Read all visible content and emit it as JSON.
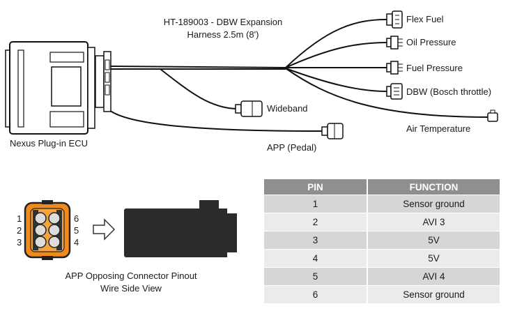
{
  "harness": {
    "title_line1": "HT-189003 - DBW Expansion",
    "title_line2": "Harness 2.5m (8')"
  },
  "ecu": {
    "label": "Nexus Plug-in ECU"
  },
  "outputs": {
    "flex_fuel": "Flex Fuel",
    "oil_pressure": "Oil Pressure",
    "fuel_pressure": "Fuel Pressure",
    "dbw": "DBW (Bosch throttle)",
    "air_temp": "Air Temperature",
    "wideband": "Wideband",
    "app": "APP (Pedal)"
  },
  "pinout": {
    "caption_line1": "APP Opposing Connector Pinout",
    "caption_line2": "Wire Side View",
    "left_numbers": [
      "1",
      "2",
      "3"
    ],
    "right_numbers": [
      "6",
      "5",
      "4"
    ],
    "connector_color": "#f08a1c",
    "pin_color": "#dcdcdc"
  },
  "table": {
    "headers": {
      "pin": "PIN",
      "function": "FUNCTION"
    },
    "rows": [
      {
        "pin": "1",
        "function": "Sensor ground"
      },
      {
        "pin": "2",
        "function": "AVI 3"
      },
      {
        "pin": "3",
        "function": "5V"
      },
      {
        "pin": "4",
        "function": "5V"
      },
      {
        "pin": "5",
        "function": "AVI 4"
      },
      {
        "pin": "6",
        "function": "Sensor ground"
      }
    ],
    "header_color": "#8f8f8f",
    "row_color_a": "#d6d6d6",
    "row_color_b": "#ebebeb"
  }
}
